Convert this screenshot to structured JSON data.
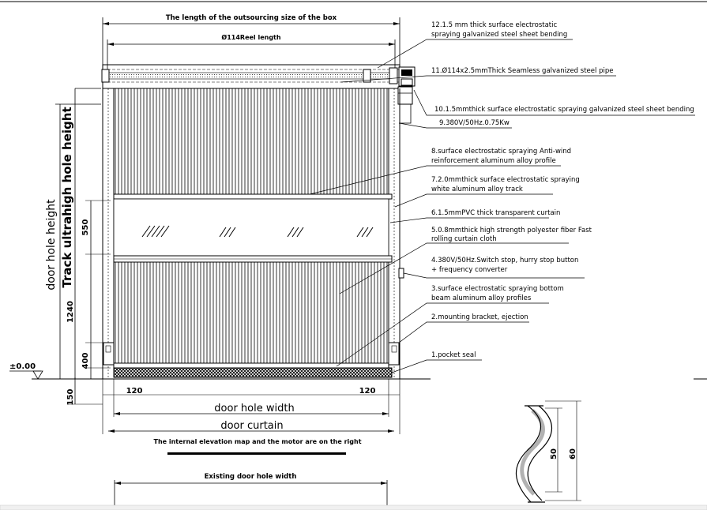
{
  "dims": {
    "box_length": "The length of the outsourcing size of the box",
    "reel_length": "Ø114Reel length",
    "track_height": "Track ultrahigh hole height",
    "door_hole_height": "door hole height",
    "dim_550": "550",
    "dim_1240": "1240",
    "dim_400": "400",
    "dim_150": "150",
    "floor_level": "±0.00",
    "left_120": "120",
    "right_120": "120",
    "door_hole_width": "door hole width",
    "door_curtain": "door curtain",
    "note": "The internal elevation map and the motor are on the right",
    "existing_width": "Existing door hole width",
    "seal_50": "50",
    "seal_60": "60"
  },
  "callouts": [
    {
      "lines": [
        "12.1.5 mm  thick surface electrostatic",
        "spraying galvanized steel sheet bending"
      ]
    },
    {
      "lines": [
        "11.Ø114x2.5mmThick Seamless galvanized steel pipe"
      ]
    },
    {
      "lines": [
        "10.1.5mmthick surface electrostatic spraying galvanized steel sheet bending"
      ]
    },
    {
      "lines": [
        "9.380V/50Hz.0.75Kw"
      ]
    },
    {
      "lines": [
        "8.surface electrostatic spraying Anti-wind",
        "reinforcement aluminum alloy profile"
      ]
    },
    {
      "lines": [
        "7.2.0mmthick surface electrostatic spraying",
        "white  aluminum alloy track"
      ]
    },
    {
      "lines": [
        "6.1.5mmPVC thick transparent curtain"
      ]
    },
    {
      "lines": [
        "5.0.8mmthick  high strength polyester fiber Fast",
        "rolling curtain cloth"
      ]
    },
    {
      "lines": [
        "4.380V/50Hz.Switch stop, hurry stop button",
        "+ frequency converter"
      ]
    },
    {
      "lines": [
        "3.surface electrostatic spraying  bottom",
        "beam  aluminum alloy profiles"
      ]
    },
    {
      "lines": [
        "2.mounting bracket, ejection"
      ]
    },
    {
      "lines": [
        "1.pocket seal"
      ]
    }
  ]
}
